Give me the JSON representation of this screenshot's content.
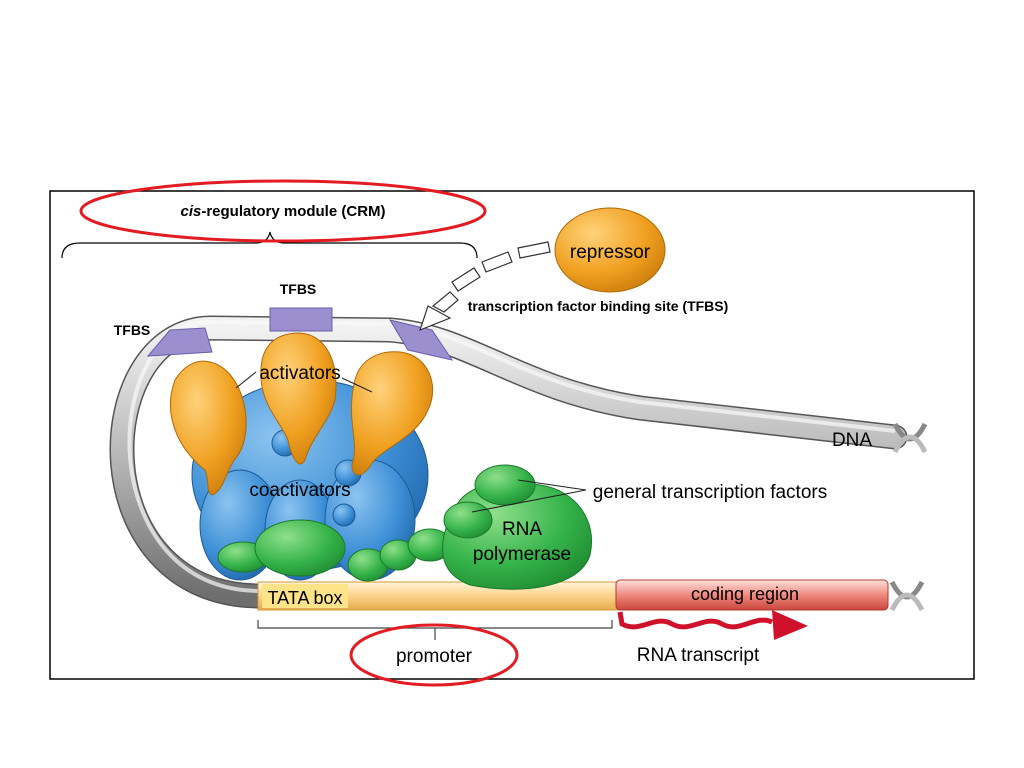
{
  "labels": {
    "crm_prefix": "cis",
    "crm_rest": "-regulatory module (CRM)",
    "tfbs_top": "TFBS",
    "tfbs_left": "TFBS",
    "tfbs_full": "transcription factor binding site (TFBS)",
    "repressor": "repressor",
    "activators": "activators",
    "coactivators": "coactivators",
    "dna": "DNA",
    "general_tf": "general transcription factors",
    "rna_poly_line1": "RNA",
    "rna_poly_line2": "polymerase",
    "tata_box": "TATA box",
    "coding_region": "coding region",
    "promoter": "promoter",
    "rna_transcript": "RNA transcript"
  },
  "colors": {
    "highlight_ellipse": "#e31b23",
    "dna_gray": "#b8b8b8",
    "tfbs_purple": "#9b8fd0",
    "activator_orange": "#f0a020",
    "coactivator_blue": "#3d8fd6",
    "gtf_green": "#35b34a",
    "promoter_yellow": "#fbd38a",
    "coding_red": "#ef8a80",
    "transcript_red": "#d0112b"
  }
}
